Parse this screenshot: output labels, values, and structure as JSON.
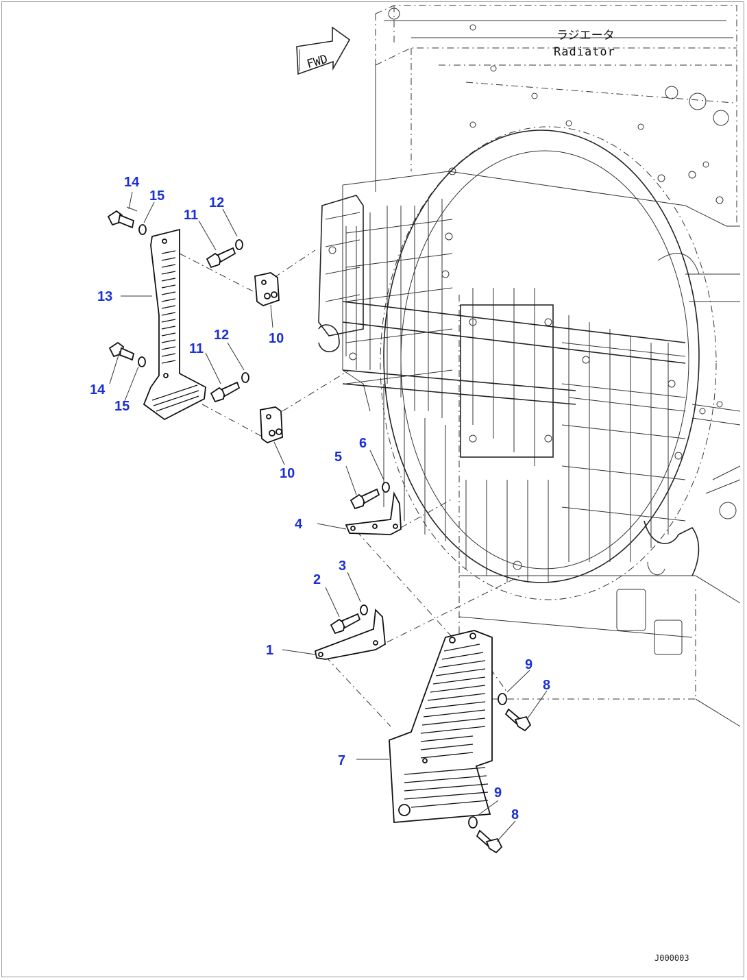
{
  "diagram": {
    "orientation_arrow_label": "FWD",
    "radiator_label_jp": "ラジエータ",
    "radiator_label_en": "Radiator",
    "drawing_code": "J000003",
    "callouts": [
      {
        "id": "c14a",
        "text": "14"
      },
      {
        "id": "c15a",
        "text": "15"
      },
      {
        "id": "c11a",
        "text": "11"
      },
      {
        "id": "c12a",
        "text": "12"
      },
      {
        "id": "c13",
        "text": "13"
      },
      {
        "id": "c10a",
        "text": "10"
      },
      {
        "id": "c12b",
        "text": "12"
      },
      {
        "id": "c11b",
        "text": "11"
      },
      {
        "id": "c14b",
        "text": "14"
      },
      {
        "id": "c15b",
        "text": "15"
      },
      {
        "id": "c10b",
        "text": "10"
      },
      {
        "id": "c6",
        "text": "6"
      },
      {
        "id": "c5",
        "text": "5"
      },
      {
        "id": "c4",
        "text": "4"
      },
      {
        "id": "c3",
        "text": "3"
      },
      {
        "id": "c2",
        "text": "2"
      },
      {
        "id": "c1",
        "text": "1"
      },
      {
        "id": "c9a",
        "text": "9"
      },
      {
        "id": "c8a",
        "text": "8"
      },
      {
        "id": "c7",
        "text": "7"
      },
      {
        "id": "c9b",
        "text": "9"
      },
      {
        "id": "c8b",
        "text": "8"
      }
    ]
  }
}
